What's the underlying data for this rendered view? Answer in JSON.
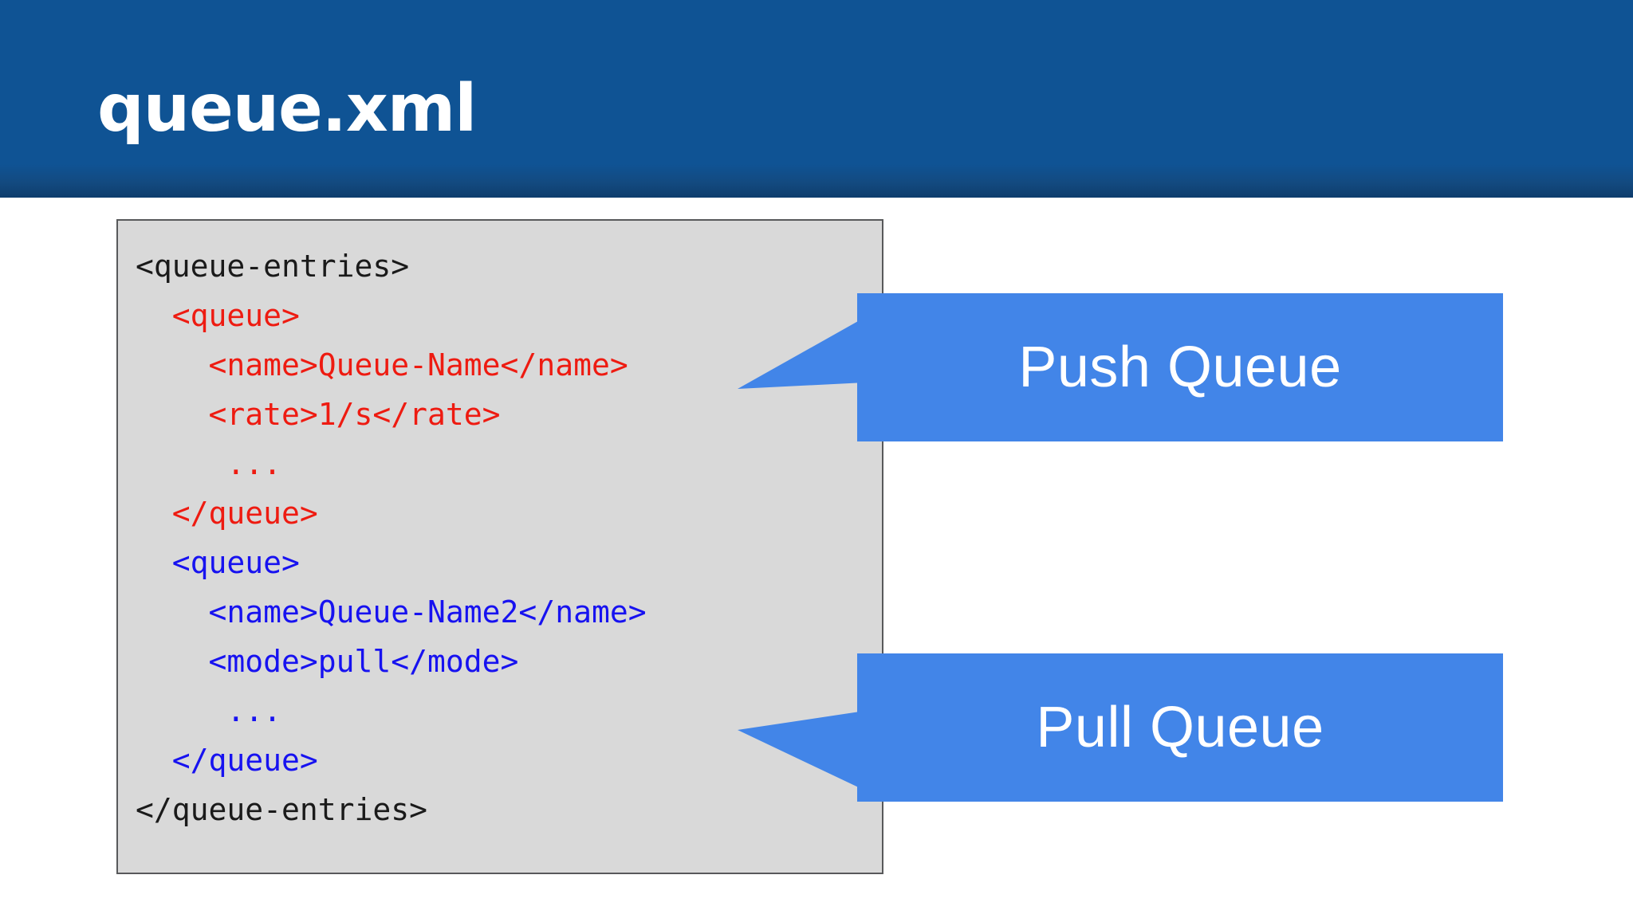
{
  "slide": {
    "title": "queue.xml",
    "background_color": "#FFFFFF"
  },
  "header": {
    "title": "queue.xml",
    "background_color": "#0F5394",
    "text_color": "#FFFFFF"
  },
  "code_panel": {
    "background_color": "#D9D9D9",
    "border_color": "#58595B",
    "language": "xml",
    "colors": {
      "black": "#1A1A1A",
      "red": "#EE1B11",
      "blue": "#1712F0"
    },
    "lines": [
      {
        "text": "<queue-entries>",
        "color": "black"
      },
      {
        "text": "  <queue>",
        "color": "red"
      },
      {
        "text": "    <name>Queue-Name</name>",
        "color": "red"
      },
      {
        "text": "    <rate>1/s</rate>",
        "color": "red"
      },
      {
        "text": "     ...",
        "color": "red"
      },
      {
        "text": "  </queue>",
        "color": "red"
      },
      {
        "text": "  <queue>",
        "color": "blue"
      },
      {
        "text": "    <name>Queue-Name2</name>",
        "color": "blue"
      },
      {
        "text": "    <mode>pull</mode>",
        "color": "blue"
      },
      {
        "text": "     ...",
        "color": "blue"
      },
      {
        "text": "  </queue>",
        "color": "blue"
      },
      {
        "text": "</queue-entries>",
        "color": "black"
      }
    ]
  },
  "callouts": [
    {
      "id": "push",
      "label": "Push Queue",
      "background_color": "#4285E8",
      "text_color": "#FFFFFF",
      "points_to": "first queue block"
    },
    {
      "id": "pull",
      "label": "Pull Queue",
      "background_color": "#4285E8",
      "text_color": "#FFFFFF",
      "points_to": "second queue block"
    }
  ]
}
